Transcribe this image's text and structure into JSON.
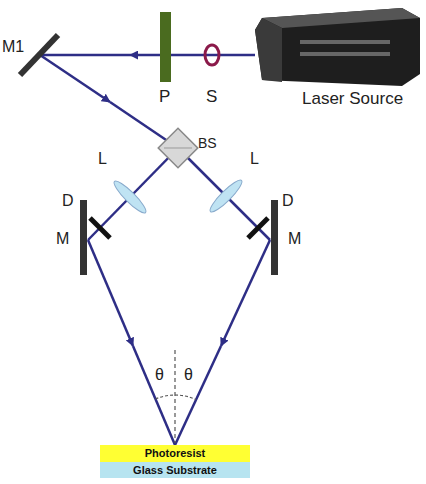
{
  "diagram": {
    "nodes": [
      {
        "text": [
          "Photoresist"
        ]
      },
      {
        "text": [
          "Glass Substrate"
        ]
      }
    ],
    "labels": [
      "M1",
      "P",
      "S",
      "Laser Source",
      "BS",
      "L",
      "L",
      "D",
      "D",
      "M",
      "M",
      "θ",
      "θ"
    ]
  }
}
